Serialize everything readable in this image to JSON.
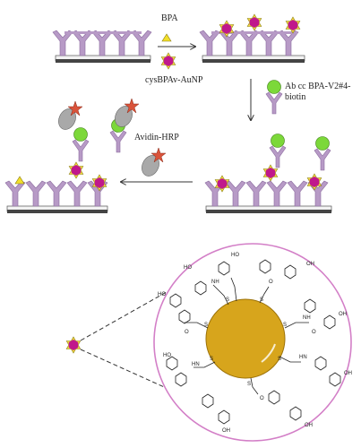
{
  "labels": {
    "bpa": "BPA",
    "cys_bpav_aunp": "cysBPAv-AuNP",
    "antibody_line1": "Ab cc BPA-V2#4-",
    "antibody_line2": "biotin",
    "avidin_hrp": "Avidin-HRP",
    "ho": "HO",
    "oh": "OH",
    "s": "S",
    "nh": "NH",
    "hn": "HN",
    "o": "O"
  },
  "colors": {
    "antibody": "#b79ac6",
    "antibody_stroke": "#8a6a9e",
    "plate_top": "#f2f2f2",
    "plate_bottom": "#444444",
    "bpa_triangle": "#f2df2a",
    "star_yellow": "#f5e03c",
    "hexagon_magenta": "#c0188c",
    "biotin_green": "#7cd83a",
    "avidin_grey": "#a9a9a9",
    "hrp_red": "#d9533a",
    "gold_particle": "#d7a51c",
    "circle_border": "#d37fc7",
    "arrow": "#333333"
  }
}
